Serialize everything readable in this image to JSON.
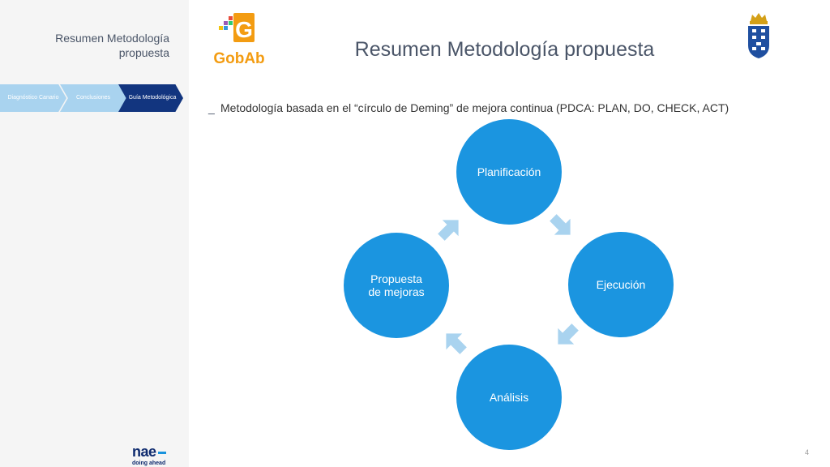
{
  "sidebar": {
    "title": "Resumen Metodología\npropuesta",
    "steps": [
      {
        "label": "Diagnóstico Canario"
      },
      {
        "label": "Conclusiones"
      },
      {
        "label": "Guía Metodológica"
      }
    ],
    "logo_text": "nae",
    "logo_tagline": "doing ahead"
  },
  "header": {
    "title": "Resumen Metodología propuesta",
    "gobab_text": "GobAb",
    "gobab_letter": "G"
  },
  "content": {
    "bullet_marker": "_",
    "bullet_text": "Metodología basada en el “círculo de Deming” de mejora continua (PDCA: PLAN, DO, CHECK, ACT)",
    "cycle": [
      {
        "label": "Planificación"
      },
      {
        "label": "Ejecución"
      },
      {
        "label": "Análisis"
      },
      {
        "label": "Propuesta\nde mejoras"
      }
    ]
  },
  "footer": {
    "page_number": "4"
  },
  "colors": {
    "circle": "#1b95e0",
    "arrow": "#a9d3ef",
    "active_step": "#12357f",
    "inactive_step": "#a9d3ef",
    "gobab_orange": "#f39c12"
  }
}
